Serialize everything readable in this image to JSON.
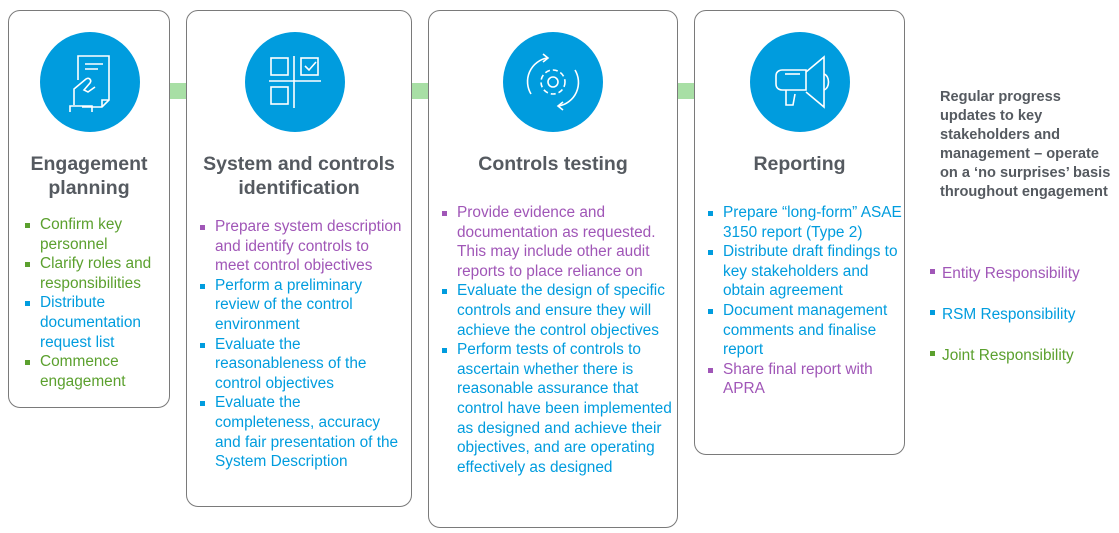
{
  "colors": {
    "entity": "#A056B7",
    "rsm": "#009CDE",
    "joint": "#5BA02E",
    "icon_bg": "#009CDE",
    "arrow": "#A8DFA5"
  },
  "stages": [
    {
      "title": "Engagement planning",
      "icon": "hand-document-icon",
      "items": [
        {
          "text": "Confirm key personnel",
          "resp": "joint"
        },
        {
          "text": "Clarify roles and responsibilities",
          "resp": "joint"
        },
        {
          "text": "Distribute documentation request list",
          "resp": "rsm"
        },
        {
          "text": "Commence engagement",
          "resp": "joint"
        }
      ]
    },
    {
      "title": "System and controls identification",
      "icon": "checklist-grid-icon",
      "items": [
        {
          "text": "Prepare system description and identify controls to meet control objectives",
          "resp": "entity"
        },
        {
          "text": "Perform a preliminary review of the control environment",
          "resp": "rsm"
        },
        {
          "text": "Evaluate the reasonableness of the control objectives",
          "resp": "rsm"
        },
        {
          "text": "Evaluate the completeness, accuracy and fair presentation of the System Description",
          "resp": "rsm"
        }
      ]
    },
    {
      "title": "Controls testing",
      "icon": "gear-cycle-icon",
      "items": [
        {
          "text": "Provide evidence and documentation as requested. This may include other audit reports to place reliance on",
          "resp": "entity"
        },
        {
          "text": "Evaluate the design of specific controls and ensure they will achieve the control objectives",
          "resp": "rsm"
        },
        {
          "text": "Perform tests of controls to ascertain whether there is reasonable assurance that control have been implemented as designed and achieve their objectives, and are operating effectively as designed",
          "resp": "rsm"
        }
      ]
    },
    {
      "title": "Reporting",
      "icon": "megaphone-icon",
      "items": [
        {
          "text": "Prepare “long-form” ASAE 3150 report (Type 2)",
          "resp": "rsm"
        },
        {
          "text": "Distribute draft findings to key stakeholders and obtain agreement",
          "resp": "rsm"
        },
        {
          "text": "Document management comments and finalise report",
          "resp": "rsm"
        },
        {
          "text": "Share final report with APRA",
          "resp": "entity"
        }
      ]
    }
  ],
  "note": "Regular progress updates to key stakeholders and management – operate on a ‘no surprises’ basis throughout engagement",
  "legend": [
    {
      "label": "Entity Responsibility",
      "resp": "entity"
    },
    {
      "label": "RSM Responsibility",
      "resp": "rsm"
    },
    {
      "label": "Joint Responsibility",
      "resp": "joint"
    }
  ]
}
